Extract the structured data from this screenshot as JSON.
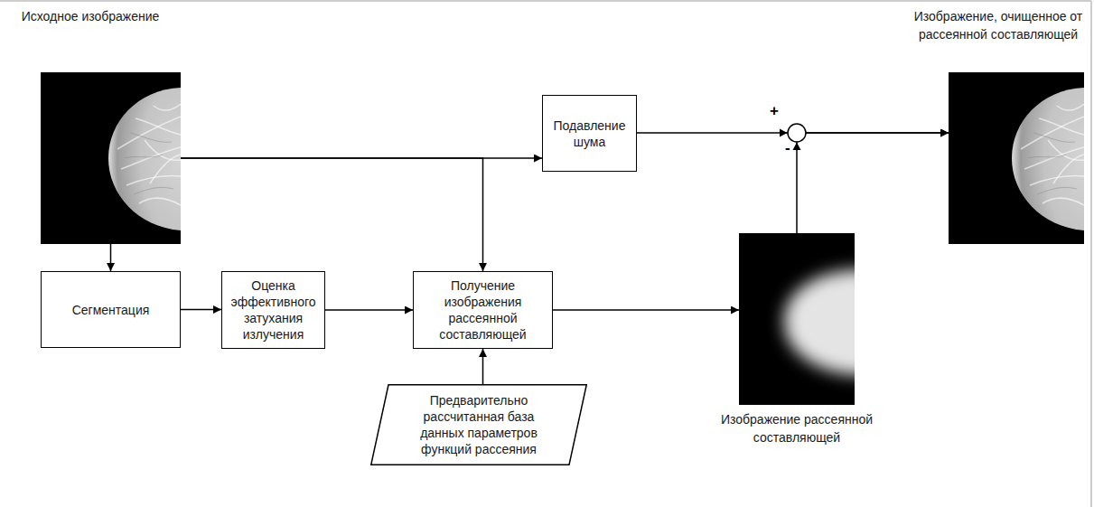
{
  "diagram": {
    "nodes": [
      {
        "text": [
          "Исходное изображение"
        ]
      },
      {
        "text": [
          "Подавление шума"
        ]
      },
      {
        "text": [
          "Изображение, очищенное от рассеянной составляющей"
        ]
      },
      {
        "text": [
          "Сегментация"
        ]
      },
      {
        "text": [
          "Оценка эффективного затухания излучения"
        ]
      },
      {
        "text": [
          "Получение изображения рассеянной составляющей"
        ]
      },
      {
        "text": [
          "Изображение рассеянной составляющей"
        ]
      },
      {
        "text": [
          "Предварительно рассчитанная база данных параметров функций рассеяния"
        ]
      }
    ],
    "edges": [
      {
        "from": 0,
        "to": 1,
        "arrow": "to"
      },
      {
        "from": 0,
        "to": 3,
        "arrow": "to"
      },
      {
        "from": 0,
        "to": 5,
        "arrow": "to"
      },
      {
        "from": 3,
        "to": 4,
        "arrow": "to"
      },
      {
        "from": 4,
        "to": 5,
        "arrow": "to"
      },
      {
        "from": 7,
        "to": 5,
        "arrow": "to"
      },
      {
        "from": 5,
        "to": 6,
        "arrow": "to"
      },
      {
        "from": 1,
        "to": 2,
        "arrow": "to"
      },
      {
        "from": 6,
        "to": 2,
        "arrow": "to"
      }
    ],
    "labels": [
      "+",
      "-"
    ]
  }
}
